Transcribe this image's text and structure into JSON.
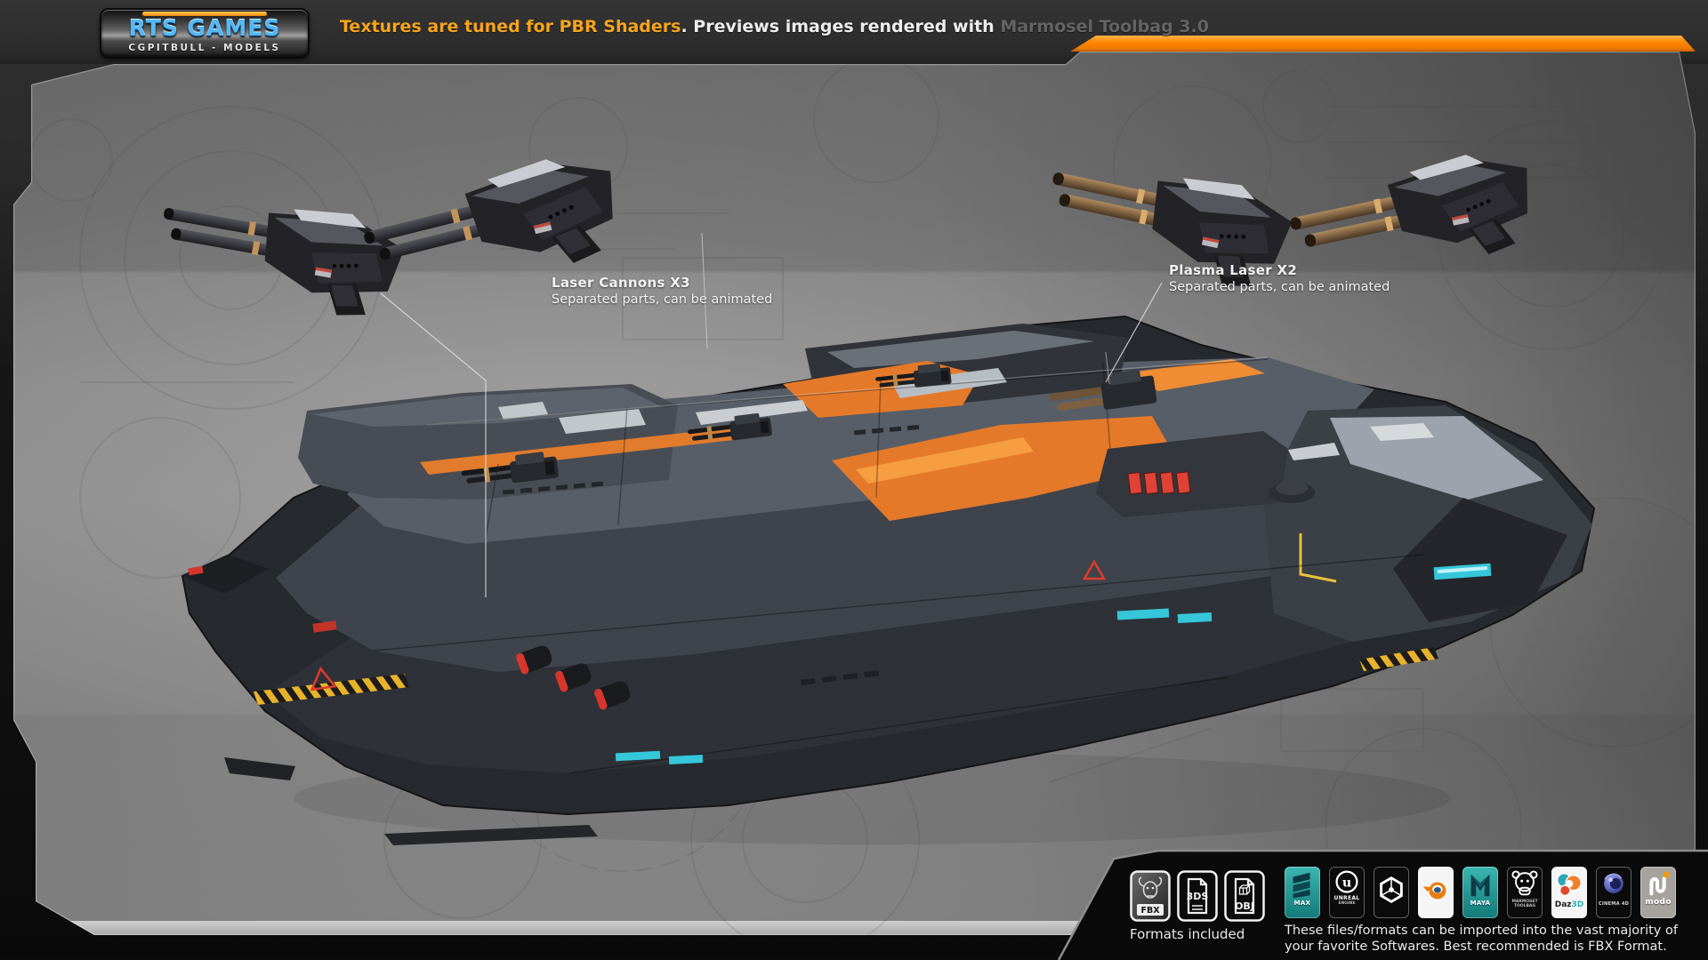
{
  "header": {
    "logo_title": "RTS GAMES",
    "logo_subtitle": "CGPITBULL - MODELS",
    "tagline_highlight": "Textures are tuned for PBR Shaders",
    "tagline_normal": ". Previews images rendered with ",
    "tagline_muted": "Marmosel Toolbag 3.0",
    "accent_color": "#ff8400",
    "logo_blue": "#55b8f5"
  },
  "callouts": [
    {
      "title": "Laser Cannons X3",
      "subtitle": "Separated parts, can be animated"
    },
    {
      "title": "Plasma Laser X2",
      "subtitle": "Separated parts, can be animated"
    }
  ],
  "formats": {
    "caption": "Formats included",
    "items": [
      {
        "label": "FBX"
      },
      {
        "label": "3DS"
      },
      {
        "label": "OBJ"
      }
    ]
  },
  "software": {
    "caption": "These files/formats can be imported into the vast majority of your favorite Softwares. Best recommended is FBX Format.",
    "items": [
      {
        "name": "3ds Max",
        "label": "MAX"
      },
      {
        "name": "Unreal Engine",
        "label": "UNREAL",
        "sublabel": "ENGINE"
      },
      {
        "name": "Unity",
        "label": ""
      },
      {
        "name": "Blender",
        "label": ""
      },
      {
        "name": "Maya",
        "label": "MAYA"
      },
      {
        "name": "Marmoset Toolbag",
        "label": "MARMOSET",
        "sublabel": "TOOLBAG"
      },
      {
        "name": "Daz 3D",
        "label": "Daz",
        "sublabel": "3D"
      },
      {
        "name": "Cinema 4D",
        "label": "CINEMA 4D"
      },
      {
        "name": "modo",
        "label": "modo"
      }
    ]
  },
  "ship_colors": {
    "hull": "#3f444c",
    "accent_orange": "#e5792a",
    "warning_red": "#d7362c",
    "screen_cyan": "#35c7d9",
    "hazard_yellow": "#e8b32a"
  }
}
